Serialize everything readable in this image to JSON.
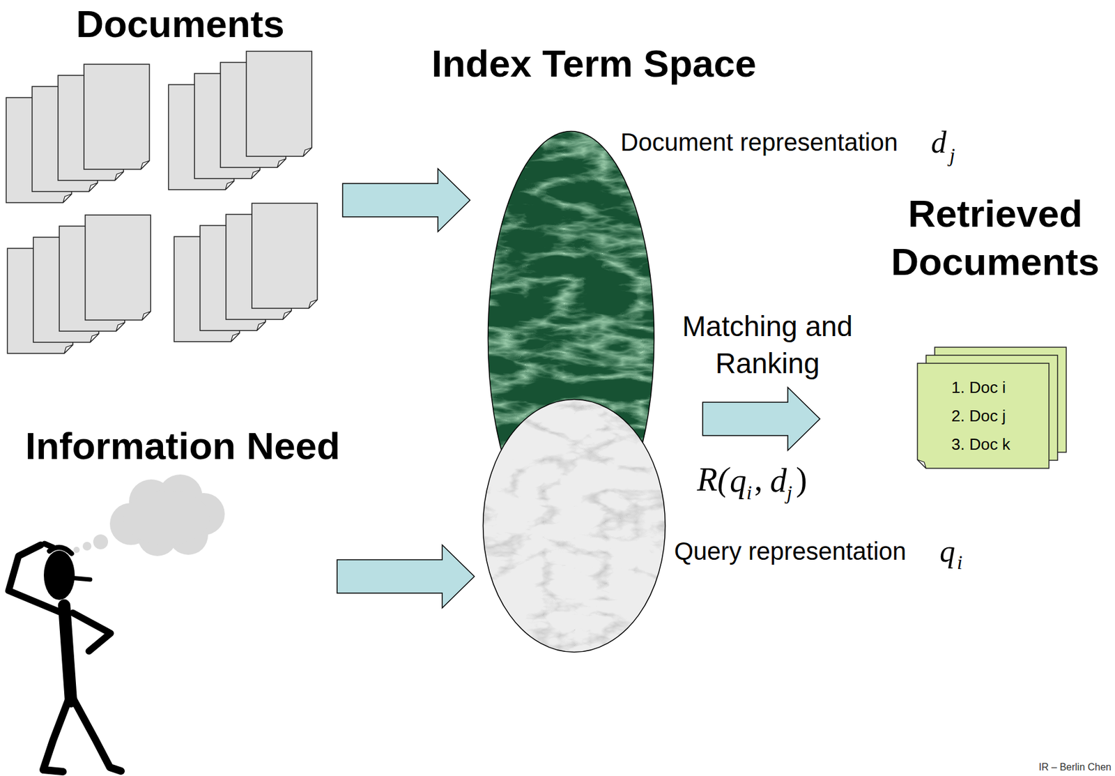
{
  "diagram": {
    "nodes": [
      {
        "text": [
          "Documents"
        ]
      },
      {
        "text": [
          "Document representation",
          "d",
          "j"
        ]
      },
      {
        "text": [
          "Query representation",
          "q",
          "i"
        ]
      },
      {
        "text": [
          "Retrieved Documents",
          "1. Doc i",
          "2. Doc j",
          "3. Doc k"
        ]
      },
      {
        "text": [
          "Information Need"
        ]
      }
    ],
    "edges": [
      {
        "from": 0,
        "to": 1,
        "arrow": "to"
      },
      {
        "from": 4,
        "to": 2,
        "arrow": "to"
      },
      {
        "from": 1,
        "to": 3,
        "arrow": "to",
        "label": "Matching and Ranking"
      }
    ],
    "labels": [
      "Index Term Space",
      "R(",
      "q",
      "i",
      ",",
      "d",
      "j",
      ")",
      "IR – Berlin Chen"
    ]
  }
}
